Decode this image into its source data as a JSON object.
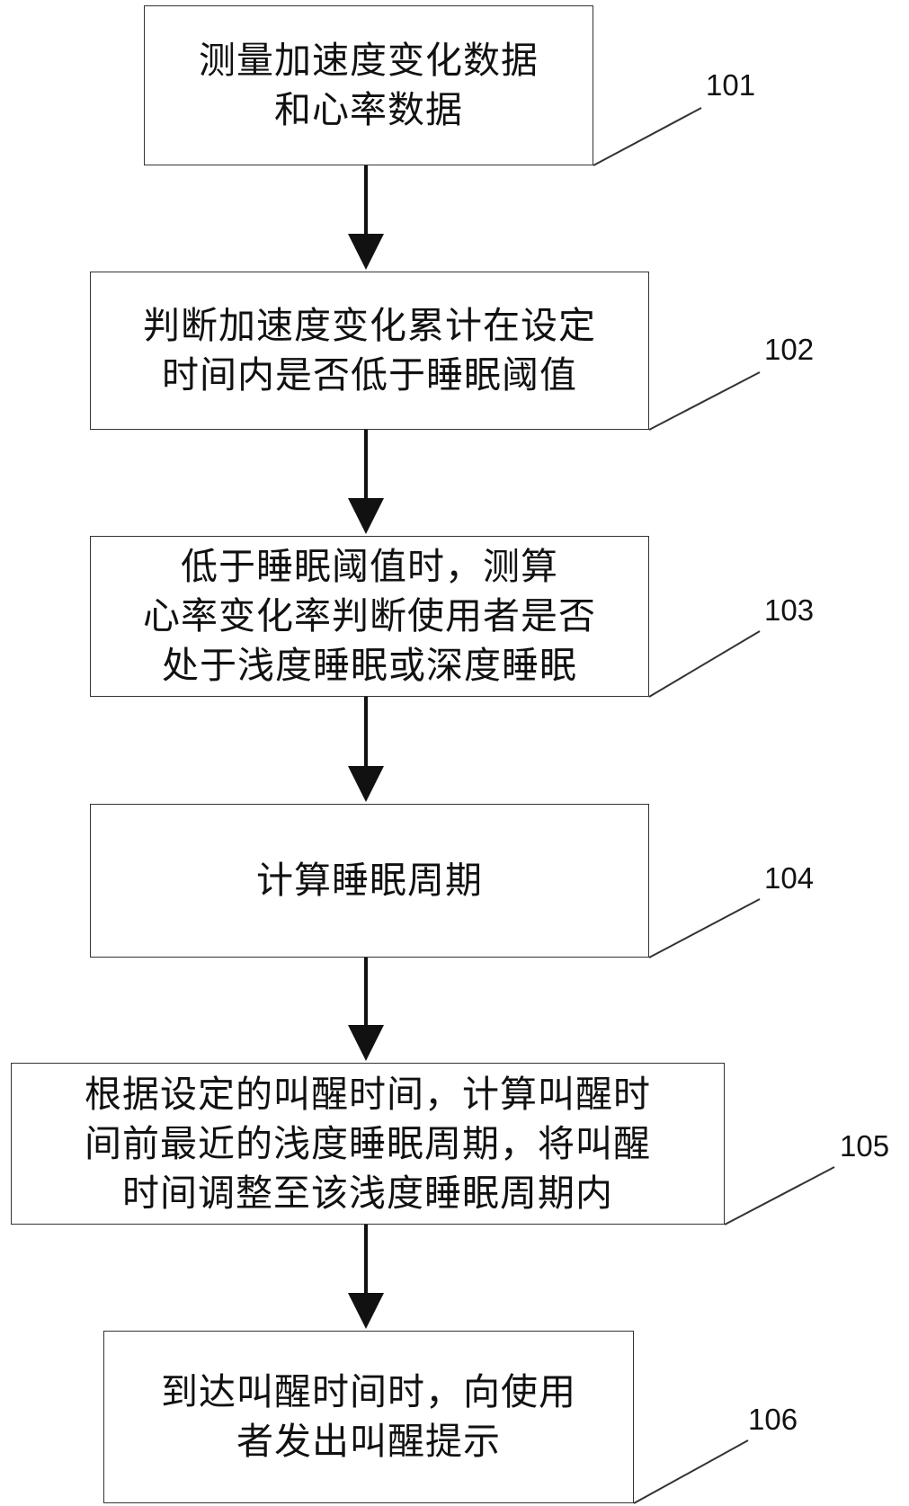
{
  "steps": [
    {
      "id": "101",
      "text": "测量加速度变化数据\n和心率数据"
    },
    {
      "id": "102",
      "text": "判断加速度变化累计在设定\n时间内是否低于睡眠阈值"
    },
    {
      "id": "103",
      "text": "低于睡眠阈值时，测算\n心率变化率判断使用者是否\n处于浅度睡眠或深度睡眠"
    },
    {
      "id": "104",
      "text": "计算睡眠周期"
    },
    {
      "id": "105",
      "text": "根据设定的叫醒时间，计算叫醒时\n间前最近的浅度睡眠周期，将叫醒\n时间调整至该浅度睡眠周期内"
    },
    {
      "id": "106",
      "text": "到达叫醒时间时，向使用\n者发出叫醒提示"
    }
  ]
}
